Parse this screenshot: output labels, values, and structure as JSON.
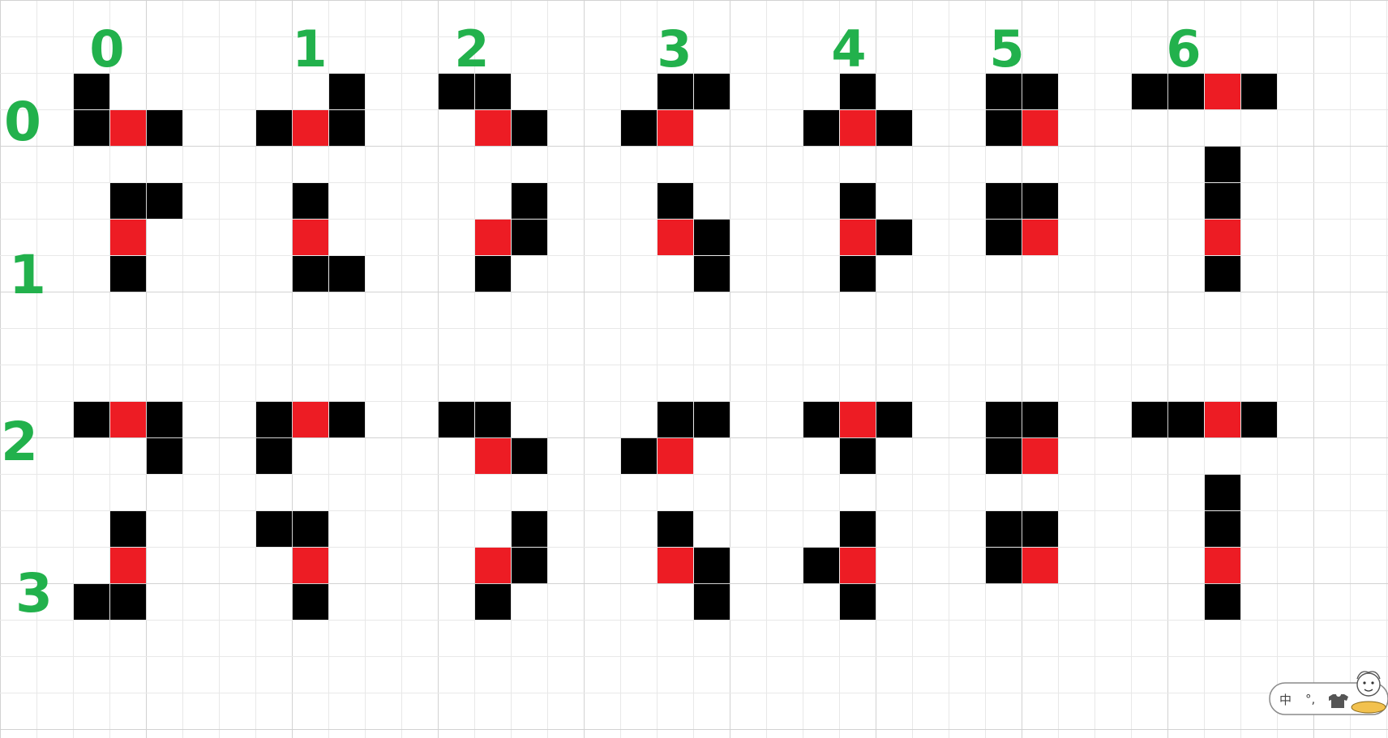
{
  "column_labels": [
    "0",
    "1",
    "2",
    "3",
    "4",
    "5",
    "6"
  ],
  "row_labels": [
    "0",
    "1",
    "2",
    "3"
  ],
  "colors": {
    "label": "#22b14c",
    "block": "#000000",
    "pivot": "#ed1c24",
    "grid_minor": "#e8e8e8",
    "grid_major": "#d2d2d2",
    "background": "#ffffff"
  },
  "ime_toolbar": {
    "lang": "中",
    "punct": "°,",
    "skin_icon": "shirt-icon",
    "mascot_icon": "mascot-icon"
  },
  "pieces": [
    {
      "row": 0,
      "col": 0,
      "cells": [
        [
          0,
          0
        ],
        [
          0,
          1
        ],
        [
          1,
          1
        ],
        [
          2,
          1
        ]
      ],
      "pivot": [
        1,
        1
      ]
    },
    {
      "row": 0,
      "col": 1,
      "cells": [
        [
          2,
          0
        ],
        [
          0,
          1
        ],
        [
          1,
          1
        ],
        [
          2,
          1
        ]
      ],
      "pivot": [
        1,
        1
      ]
    },
    {
      "row": 0,
      "col": 2,
      "cells": [
        [
          0,
          0
        ],
        [
          1,
          0
        ],
        [
          1,
          1
        ],
        [
          2,
          1
        ]
      ],
      "pivot": [
        1,
        1
      ]
    },
    {
      "row": 0,
      "col": 3,
      "cells": [
        [
          1,
          0
        ],
        [
          2,
          0
        ],
        [
          0,
          1
        ],
        [
          1,
          1
        ]
      ],
      "pivot": [
        1,
        1
      ]
    },
    {
      "row": 0,
      "col": 4,
      "cells": [
        [
          1,
          0
        ],
        [
          0,
          1
        ],
        [
          1,
          1
        ],
        [
          2,
          1
        ]
      ],
      "pivot": [
        1,
        1
      ]
    },
    {
      "row": 0,
      "col": 5,
      "cells": [
        [
          0,
          0
        ],
        [
          1,
          0
        ],
        [
          0,
          1
        ],
        [
          1,
          1
        ]
      ],
      "pivot": [
        1,
        1
      ]
    },
    {
      "row": 0,
      "col": 6,
      "cells": [
        [
          0,
          0
        ],
        [
          1,
          0
        ],
        [
          2,
          0
        ],
        [
          3,
          0
        ]
      ],
      "pivot": [
        2,
        0
      ]
    },
    {
      "row": 1,
      "col": 0,
      "cells": [
        [
          1,
          1
        ],
        [
          2,
          1
        ],
        [
          1,
          2
        ],
        [
          1,
          3
        ]
      ],
      "pivot": [
        1,
        2
      ]
    },
    {
      "row": 1,
      "col": 1,
      "cells": [
        [
          1,
          1
        ],
        [
          1,
          2
        ],
        [
          1,
          3
        ],
        [
          2,
          3
        ]
      ],
      "pivot": [
        1,
        2
      ]
    },
    {
      "row": 1,
      "col": 2,
      "cells": [
        [
          2,
          1
        ],
        [
          1,
          2
        ],
        [
          2,
          2
        ],
        [
          1,
          3
        ]
      ],
      "pivot": [
        1,
        2
      ]
    },
    {
      "row": 1,
      "col": 3,
      "cells": [
        [
          1,
          1
        ],
        [
          1,
          2
        ],
        [
          2,
          2
        ],
        [
          2,
          3
        ]
      ],
      "pivot": [
        1,
        2
      ]
    },
    {
      "row": 1,
      "col": 4,
      "cells": [
        [
          1,
          1
        ],
        [
          1,
          2
        ],
        [
          2,
          2
        ],
        [
          1,
          3
        ]
      ],
      "pivot": [
        1,
        2
      ]
    },
    {
      "row": 1,
      "col": 5,
      "cells": [
        [
          0,
          1
        ],
        [
          1,
          1
        ],
        [
          0,
          2
        ],
        [
          1,
          2
        ]
      ],
      "pivot": [
        1,
        2
      ]
    },
    {
      "row": 1,
      "col": 6,
      "cells": [
        [
          2,
          0
        ],
        [
          2,
          1
        ],
        [
          2,
          2
        ],
        [
          2,
          3
        ]
      ],
      "pivot": [
        2,
        2
      ]
    },
    {
      "row": 2,
      "col": 0,
      "cells": [
        [
          0,
          0
        ],
        [
          1,
          0
        ],
        [
          2,
          0
        ],
        [
          2,
          1
        ]
      ],
      "pivot": [
        1,
        0
      ]
    },
    {
      "row": 2,
      "col": 1,
      "cells": [
        [
          0,
          0
        ],
        [
          1,
          0
        ],
        [
          2,
          0
        ],
        [
          0,
          1
        ]
      ],
      "pivot": [
        1,
        0
      ]
    },
    {
      "row": 2,
      "col": 2,
      "cells": [
        [
          0,
          0
        ],
        [
          1,
          0
        ],
        [
          1,
          1
        ],
        [
          2,
          1
        ]
      ],
      "pivot": [
        1,
        1
      ]
    },
    {
      "row": 2,
      "col": 3,
      "cells": [
        [
          1,
          0
        ],
        [
          2,
          0
        ],
        [
          0,
          1
        ],
        [
          1,
          1
        ]
      ],
      "pivot": [
        1,
        1
      ]
    },
    {
      "row": 2,
      "col": 4,
      "cells": [
        [
          0,
          0
        ],
        [
          1,
          0
        ],
        [
          2,
          0
        ],
        [
          1,
          1
        ]
      ],
      "pivot": [
        1,
        0
      ]
    },
    {
      "row": 2,
      "col": 5,
      "cells": [
        [
          0,
          0
        ],
        [
          1,
          0
        ],
        [
          0,
          1
        ],
        [
          1,
          1
        ]
      ],
      "pivot": [
        1,
        1
      ]
    },
    {
      "row": 2,
      "col": 6,
      "cells": [
        [
          0,
          0
        ],
        [
          1,
          0
        ],
        [
          2,
          0
        ],
        [
          3,
          0
        ]
      ],
      "pivot": [
        2,
        0
      ]
    },
    {
      "row": 3,
      "col": 0,
      "cells": [
        [
          1,
          1
        ],
        [
          1,
          2
        ],
        [
          0,
          3
        ],
        [
          1,
          3
        ]
      ],
      "pivot": [
        1,
        2
      ]
    },
    {
      "row": 3,
      "col": 1,
      "cells": [
        [
          0,
          1
        ],
        [
          1,
          1
        ],
        [
          1,
          2
        ],
        [
          1,
          3
        ]
      ],
      "pivot": [
        1,
        2
      ]
    },
    {
      "row": 3,
      "col": 2,
      "cells": [
        [
          2,
          1
        ],
        [
          1,
          2
        ],
        [
          2,
          2
        ],
        [
          1,
          3
        ]
      ],
      "pivot": [
        1,
        2
      ]
    },
    {
      "row": 3,
      "col": 3,
      "cells": [
        [
          1,
          1
        ],
        [
          1,
          2
        ],
        [
          2,
          2
        ],
        [
          2,
          3
        ]
      ],
      "pivot": [
        1,
        2
      ]
    },
    {
      "row": 3,
      "col": 4,
      "cells": [
        [
          1,
          1
        ],
        [
          0,
          2
        ],
        [
          1,
          2
        ],
        [
          1,
          3
        ]
      ],
      "pivot": [
        1,
        2
      ]
    },
    {
      "row": 3,
      "col": 5,
      "cells": [
        [
          0,
          1
        ],
        [
          1,
          1
        ],
        [
          0,
          2
        ],
        [
          1,
          2
        ]
      ],
      "pivot": [
        1,
        2
      ]
    },
    {
      "row": 3,
      "col": 6,
      "cells": [
        [
          2,
          0
        ],
        [
          2,
          1
        ],
        [
          2,
          2
        ],
        [
          2,
          3
        ]
      ],
      "pivot": [
        2,
        2
      ]
    }
  ]
}
